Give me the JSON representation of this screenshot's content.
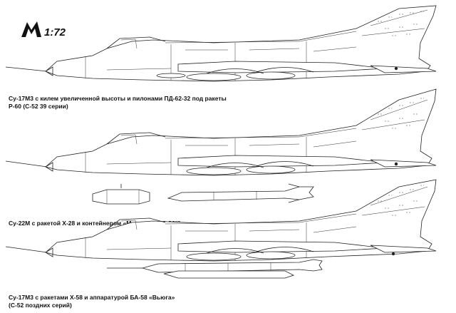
{
  "publisher_logo": {
    "letter": "M",
    "scale": "1:72"
  },
  "views": [
    {
      "id": "su17m3-pd62",
      "caption_lines": [
        "Су-17М3 с килем увеличенной высоты и пилонами ПД-62-32 под ракеты",
        "Р-60 (С-52 39 серии)"
      ]
    },
    {
      "id": "su22m-kh28",
      "caption_lines": [
        "Су-22М с ракетой Х-28 и контейнером «Метель-А» (С-52К)"
      ]
    },
    {
      "id": "su17m3-kh58",
      "caption_lines": [
        "Су-17М3 с ракетами Х-58 и аппаратурой БА-58 «Вьюга»",
        "(С-52 поздних серий)"
      ]
    }
  ]
}
